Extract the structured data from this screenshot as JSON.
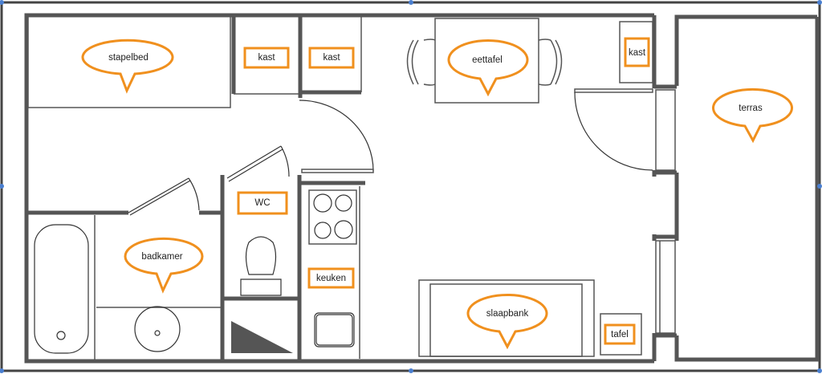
{
  "colors": {
    "label_outline": "#f0901e",
    "walls": "#555555",
    "selection_handle": "#4a7fd0"
  },
  "rooms": {
    "stapelbed": "stapelbed",
    "kast_1": "kast",
    "kast_2": "kast",
    "eettafel": "eettafel",
    "kast_3": "kast",
    "terras": "terras",
    "wc": "WC",
    "badkamer": "badkamer",
    "keuken": "keuken",
    "slaapbank": "slaapbank",
    "tafel": "tafel"
  }
}
